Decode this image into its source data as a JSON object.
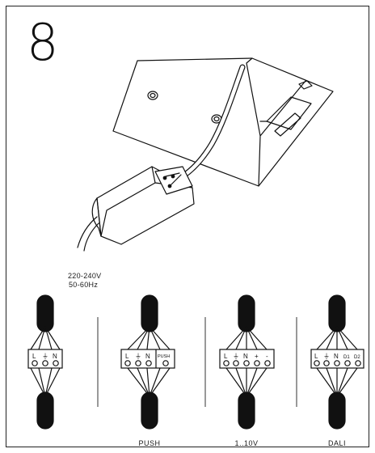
{
  "step_number": "8",
  "supply": {
    "voltage": "220-240V",
    "frequency": "50-60Hz"
  },
  "drivers": [
    {
      "terminals": [
        "L",
        "⏚",
        "N"
      ],
      "extra_label": "",
      "caption": ""
    },
    {
      "terminals": [
        "L",
        "⏚",
        "N"
      ],
      "extra_label": "PUSH",
      "caption": "PUSH"
    },
    {
      "terminals": [
        "L",
        "⏚",
        "N",
        "+",
        "-"
      ],
      "extra_label": "",
      "caption": "1..10V"
    },
    {
      "terminals": [
        "L",
        "⏚",
        "N",
        "D1",
        "D2"
      ],
      "extra_label": "",
      "caption": "DALI"
    }
  ]
}
